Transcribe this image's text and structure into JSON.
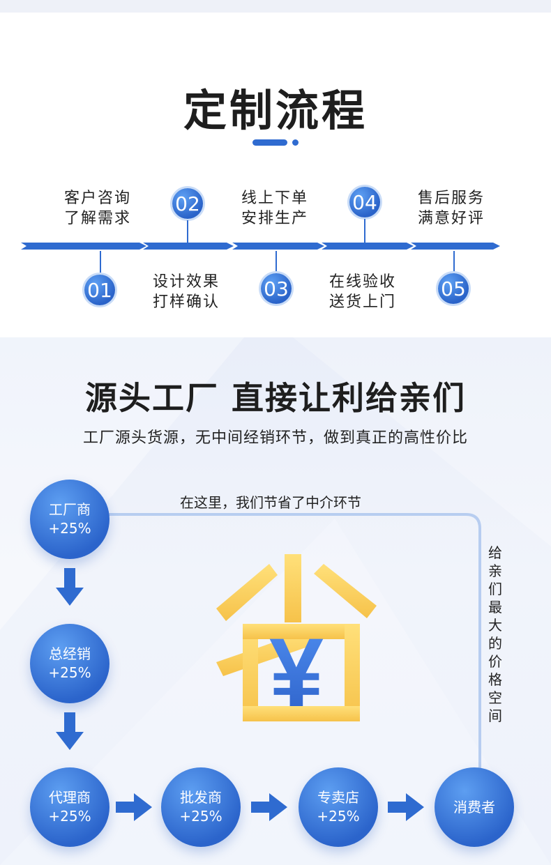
{
  "process": {
    "title": "定制流程",
    "steps": [
      {
        "number": "01",
        "line1": "客户咨询",
        "line2": "了解需求"
      },
      {
        "number": "02",
        "line1": "设计效果",
        "line2": "打样确认"
      },
      {
        "number": "03",
        "line1": "线上下单",
        "line2": "安排生产"
      },
      {
        "number": "04",
        "line1": "在线验收",
        "line2": "送货上门"
      },
      {
        "number": "05",
        "line1": "售后服务",
        "line2": "满意好评"
      }
    ],
    "accent_color": "#2f6bd0"
  },
  "factory": {
    "title": "源头工厂 直接让利给亲们",
    "subtitle": "工厂源头货源，无中间经销环节，做到真正的高性价比",
    "save_note": "在这里，我们节省了中介环节",
    "vertical_note": [
      "给",
      "亲",
      "们",
      "最",
      "大",
      "的",
      "价",
      "格",
      "空",
      "间"
    ],
    "big_char": "省",
    "yuan_symbol": "¥",
    "nodes": [
      {
        "name": "工厂商",
        "markup": "+25%"
      },
      {
        "name": "总经销",
        "markup": "+25%"
      },
      {
        "name": "代理商",
        "markup": "+25%"
      },
      {
        "name": "批发商",
        "markup": "+25%"
      },
      {
        "name": "专卖店",
        "markup": "+25%"
      },
      {
        "name": "消费者",
        "markup": ""
      }
    ]
  }
}
